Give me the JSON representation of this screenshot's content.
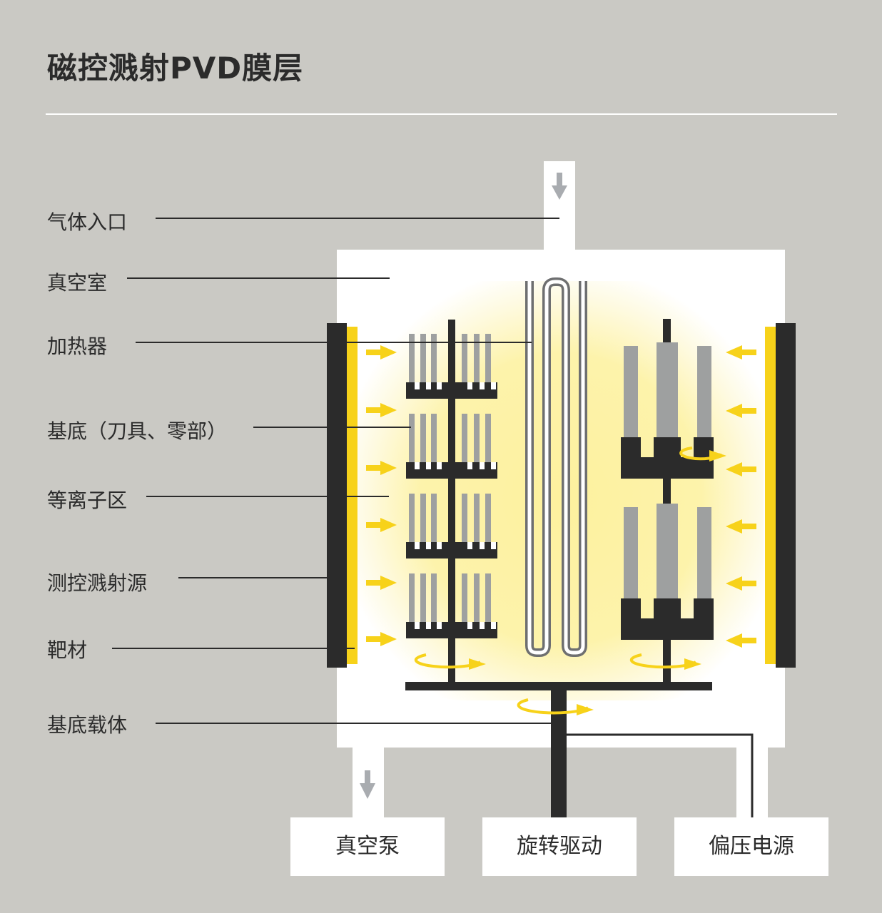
{
  "title": "磁控溅射PVD膜层",
  "labels": {
    "gas_inlet": "气体入口",
    "vacuum_chamber": "真空室",
    "heater": "加热器",
    "substrate": "基底（刀具、零部）",
    "plasma_zone": "等离子区",
    "magnetron_source": "测控溅射源",
    "target": "靶材",
    "substrate_carrier": "基底载体"
  },
  "boxes": {
    "vacuum_pump": "真空泵",
    "rotary_drive": "旋转驱动",
    "bias_supply": "偏压电源"
  },
  "colors": {
    "background": "#cac9c4",
    "chamber": "#ffffff",
    "plasma": "#fdf19e",
    "target_yellow": "#f7d21a",
    "dark": "#2b2b2b",
    "gray": "#9ea0a0",
    "arrow_gray": "#a9acb0"
  }
}
